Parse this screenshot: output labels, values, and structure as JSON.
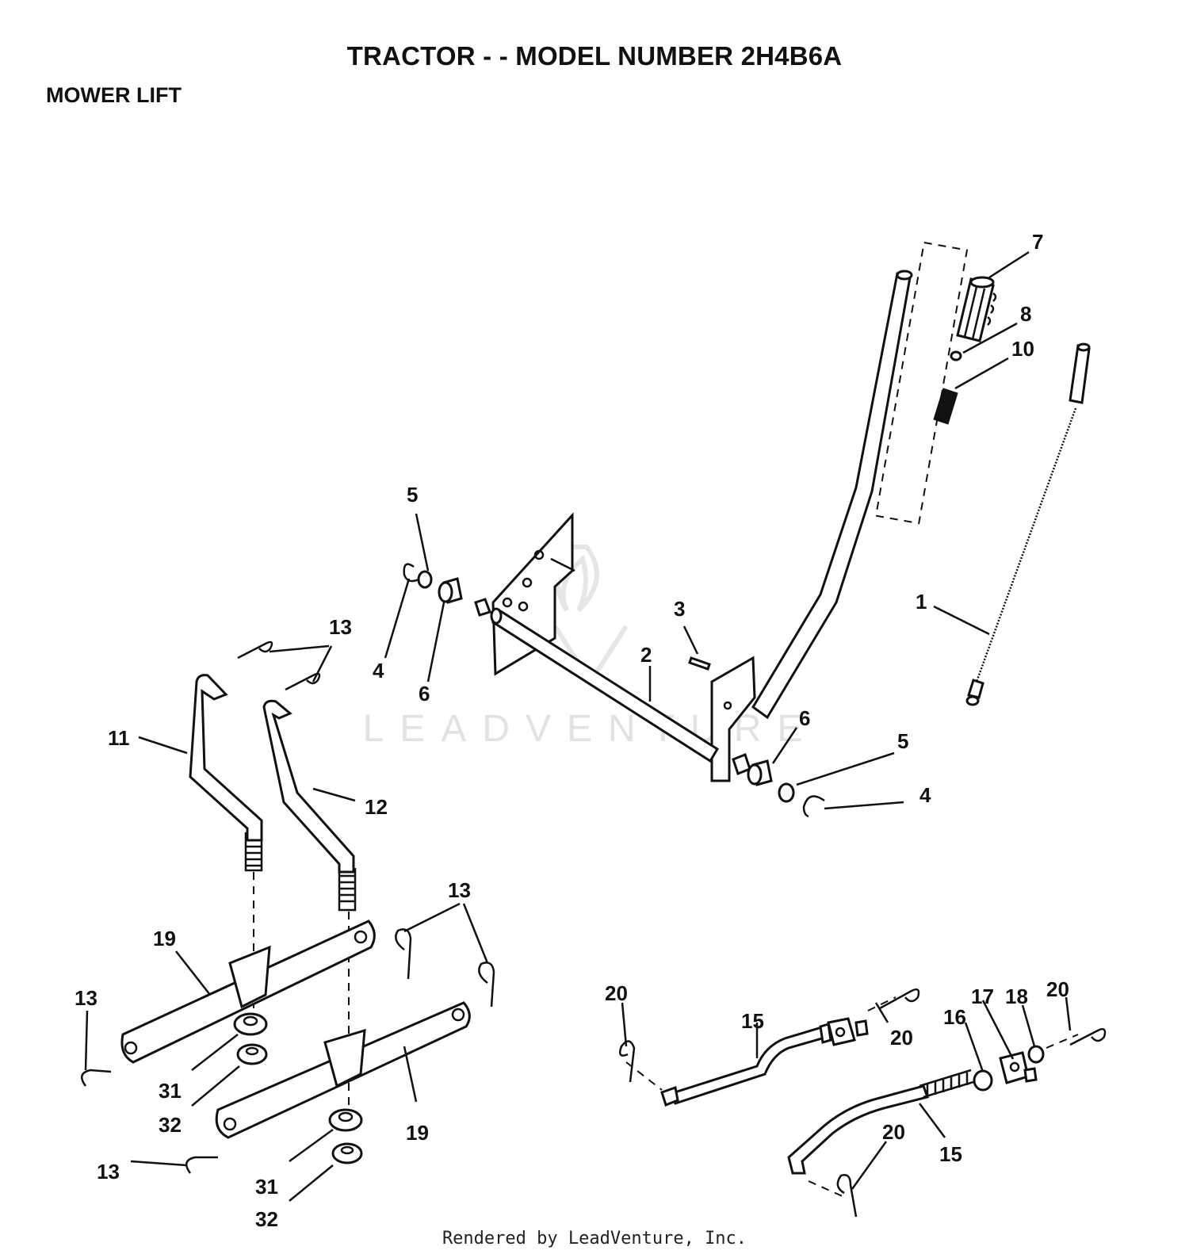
{
  "header": {
    "title": "TRACTOR - - MODEL NUMBER 2H4B6A",
    "subtitle": "MOWER LIFT"
  },
  "watermark": "LEADVENTURE",
  "footer": "Rendered by LeadVenture, Inc.",
  "callouts": {
    "c7": "7",
    "c8": "8",
    "c10": "10",
    "c1": "1",
    "c5a": "5",
    "c4a": "4",
    "c6a": "6",
    "c3": "3",
    "c2": "2",
    "c6b": "6",
    "c5b": "5",
    "c4b": "4",
    "c13a": "13",
    "c11": "11",
    "c12": "12",
    "c13b": "13",
    "c19a": "19",
    "c13c": "13",
    "c31a": "31",
    "c32a": "32",
    "c19b": "19",
    "c13d": "13",
    "c31b": "31",
    "c32b": "32",
    "c20a": "20",
    "c15a": "15",
    "c20b": "20",
    "c16": "16",
    "c17": "17",
    "c18": "18",
    "c20c": "20",
    "c20d": "20",
    "c15b": "15"
  }
}
